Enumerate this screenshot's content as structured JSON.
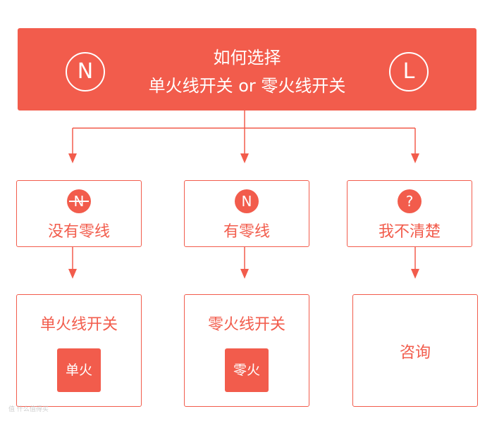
{
  "header": {
    "line1": "如何选择",
    "line2": "单火线开关 or 零火线开关",
    "left_badge": "N",
    "right_badge": "L"
  },
  "options": [
    {
      "icon_text": "N",
      "icon_struck": true,
      "label": "没有零线"
    },
    {
      "icon_text": "N",
      "icon_struck": false,
      "label": "有零线"
    },
    {
      "icon_text": "?",
      "icon_struck": false,
      "label": "我不清楚"
    }
  ],
  "results": [
    {
      "title": "单火线开关",
      "badge": "单火"
    },
    {
      "title": "零火线开关",
      "badge": "零火"
    },
    {
      "title": "咨询"
    }
  ],
  "watermark": "值 什么值得买",
  "colors": {
    "accent": "#f25c4c",
    "background": "#ffffff"
  }
}
